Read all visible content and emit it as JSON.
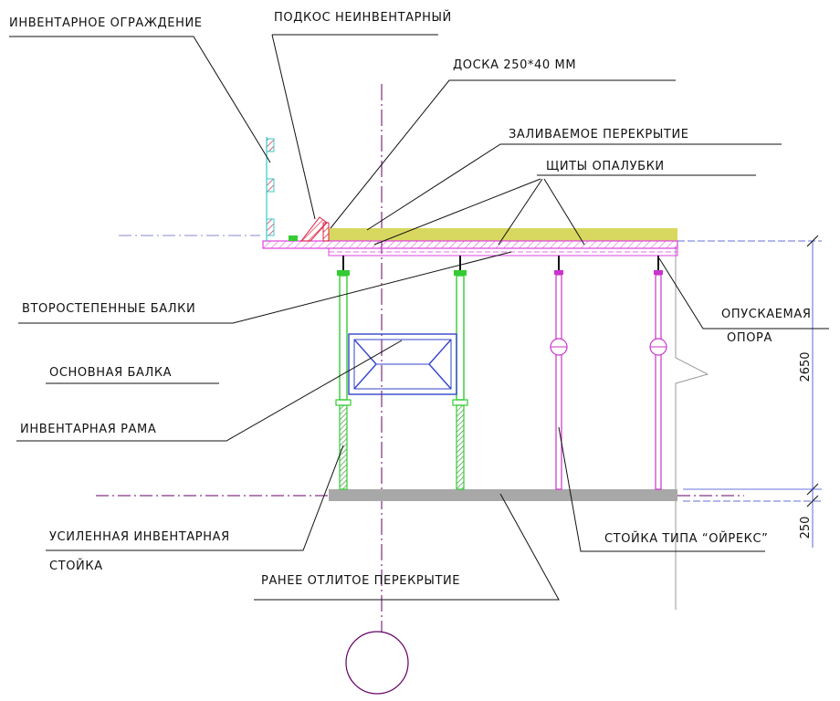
{
  "labels": {
    "inventory_fence": "ИНВЕНТАРНОЕ ОГРАЖДЕНИЕ",
    "brace": "ПОДКОС НЕИНВЕНТАРНЫЙ",
    "board": "ДОСКА 250*40 ММ",
    "poured_slab": "ЗАЛИВАЕМОЕ ПЕРЕКРЫТИЕ",
    "formwork_panels": "ЩИТЫ ОПАЛУБКИ",
    "secondary_beams": "ВТОРОСТЕПЕННЫЕ БАЛКИ",
    "main_beam": "ОСНОВНАЯ БАЛКА",
    "inventory_frame": "ИНВЕНТАРНАЯ РАМА",
    "reinforced_post_line1": "УСИЛЕННАЯ ИНВЕНТАРНАЯ",
    "reinforced_post_line2": "СТОЙКА",
    "cast_slab": "РАНЕЕ ОТЛИТОЕ ПЕРЕКРЫТИЕ",
    "oyrex_post": "СТОЙКА ТИПА “ОЙРЕКС”",
    "lowered_support_line1": "ОПУСКАЕМАЯ",
    "lowered_support_line2": "ОПОРА"
  },
  "dimensions": {
    "height_upper": "2650",
    "height_slab": "250"
  },
  "colors": {
    "slab_fill": "#d8d860",
    "formwork": "#e040e0",
    "green_post": "#33cc33",
    "pink_post": "#cc33cc",
    "frame_blue": "#3344cc",
    "cyan": "#33cccc",
    "red_brace": "#dd2244",
    "floor_slab": "#a8a8a8",
    "axis_line": "#660066"
  }
}
